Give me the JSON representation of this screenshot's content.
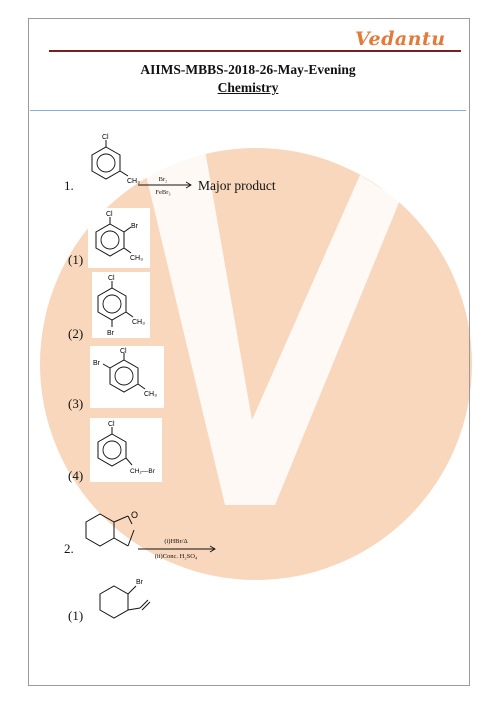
{
  "header": {
    "logo": "Vedantu",
    "title": "AIIMS-MBBS-2018-26-May-Evening",
    "subject": "Chemistry"
  },
  "q1": {
    "number": "1.",
    "reagent_top": "Br₂",
    "reagent_bottom": "FeBr₃",
    "product_text": "Major product",
    "reactant_labels": {
      "cl": "Cl",
      "ch3": "CH₃"
    },
    "options": [
      {
        "label": "(1)",
        "atoms": {
          "cl": "Cl",
          "br": "Br",
          "ch3": "CH₃"
        }
      },
      {
        "label": "(2)",
        "atoms": {
          "cl": "Cl",
          "br": "Br",
          "ch3": "CH₃"
        }
      },
      {
        "label": "(3)",
        "atoms": {
          "cl": "Cl",
          "br": "Br",
          "ch3": "CH₃"
        }
      },
      {
        "label": "(4)",
        "atoms": {
          "cl": "Cl",
          "sub": "CH₂—Br"
        }
      }
    ]
  },
  "q2": {
    "number": "2.",
    "reactant_o": "O",
    "reagent_top": "(i)HBr/Δ",
    "reagent_bottom": "(ii)Conc. H₂SO₄",
    "options": [
      {
        "label": "(1)",
        "atoms": {
          "br": "Br"
        }
      }
    ]
  },
  "colors": {
    "watermark": "#f6c9a6",
    "accent": "#e47a3a",
    "rule": "#7a1f1f",
    "blue_rule": "#7fb3d9"
  }
}
